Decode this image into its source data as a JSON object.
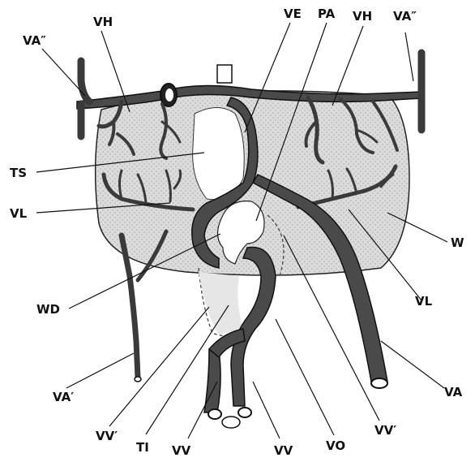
{
  "labels": {
    "VE": "VE",
    "PA": "PA",
    "VH_left": "VH",
    "VH_right": "VH",
    "VA2_left": "VA″",
    "VA2_right": "VA″",
    "TS": "TS",
    "VL_left": "VL",
    "VL_right": "VL",
    "W": "W",
    "WD": "WD",
    "VA1": "VA′",
    "VV1_left": "VV′",
    "VV1_right": "VV′",
    "TI": "TI",
    "VV_a": "VV",
    "VV_b": "VV",
    "VO": "VO",
    "VA": "VA"
  },
  "colors": {
    "yolk_sac": "#d9d9d9",
    "vessel_fill": "#4a4a4a",
    "ink": "#111111"
  }
}
